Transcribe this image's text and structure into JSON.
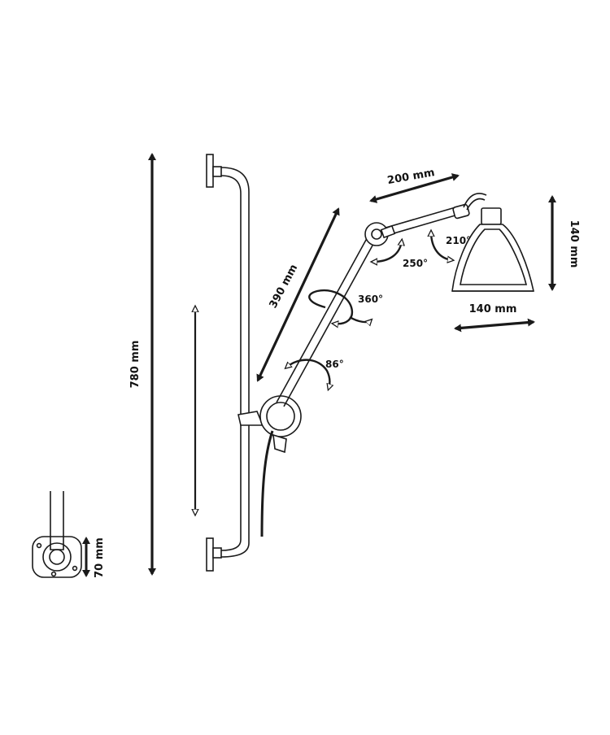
{
  "dimensions": {
    "total_height": "780 mm",
    "arm_length": "390 mm",
    "upper_arm_length": "200 mm",
    "shade_height": "140 mm",
    "shade_diameter": "140 mm",
    "base_plate": "70 mm"
  },
  "rotations": {
    "shade_joint": "210°",
    "elbow_joint": "250°",
    "arm_swivel": "360°",
    "base_tilt": "86°"
  },
  "colors": {
    "line": "#1a1a1a",
    "background": "#ffffff"
  }
}
